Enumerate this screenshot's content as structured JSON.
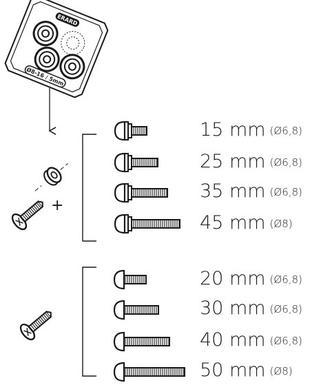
{
  "kit": {
    "brand_text": "ERARD",
    "size_text": "Ø8-16 / 5mm"
  },
  "plus_sign": "+",
  "group_a": {
    "items": [
      {
        "length": "15 mm",
        "diameter": "(Ø6,8)"
      },
      {
        "length": "25 mm",
        "diameter": "(Ø6,8)"
      },
      {
        "length": "35 mm",
        "diameter": "(Ø6,8)"
      },
      {
        "length": "45 mm",
        "diameter": "(Ø8)"
      }
    ]
  },
  "group_b": {
    "items": [
      {
        "length": "20 mm",
        "diameter": "(Ø6,8)"
      },
      {
        "length": "30 mm",
        "diameter": "(Ø6,8)"
      },
      {
        "length": "40 mm",
        "diameter": "(Ø6,8)"
      },
      {
        "length": "50 mm",
        "diameter": "(Ø8)"
      }
    ]
  },
  "colors": {
    "ink": "#1a1a1a",
    "background": "#ffffff"
  }
}
